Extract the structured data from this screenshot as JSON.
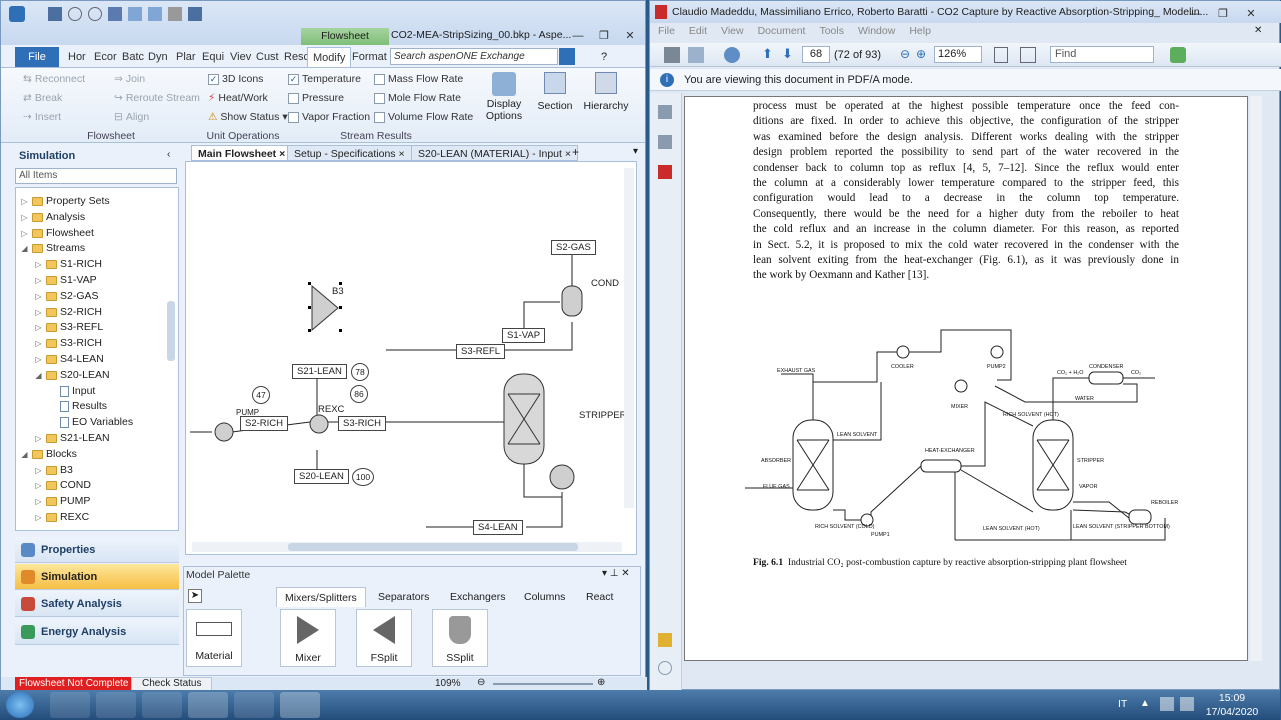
{
  "aspen": {
    "title": "CO2-MEA-StripSizing_00.bkp - Aspe...",
    "context_tab": "Flowsheet",
    "tabs": [
      "File",
      "Hor",
      "Ecor",
      "Batc",
      "Dyn",
      "Plar",
      "Equi",
      "Viev",
      "Cust",
      "Resc",
      "Modify",
      "Format"
    ],
    "search_placeholder": "Search aspenONE Exchange",
    "ribbon": {
      "flowsheet_group": {
        "label": "Flowsheet",
        "items": [
          "Reconnect",
          "Join",
          "Break",
          "Reroute Stream",
          "Insert",
          "Align"
        ]
      },
      "unit_ops_group": {
        "label": "Unit Operations",
        "items": [
          "3D Icons",
          "Heat/Work",
          "Show Status"
        ]
      },
      "stream_results_group": {
        "label": "Stream Results",
        "items": [
          "Temperature",
          "Pressure",
          "Vapor Fraction",
          "Mass Flow Rate",
          "Mole Flow Rate",
          "Volume Flow Rate"
        ]
      },
      "display_options": "Display Options",
      "section": "Section",
      "hierarchy": "Hierarchy"
    },
    "sidebar": {
      "title": "Simulation",
      "filter": "All Items",
      "tree": [
        {
          "label": "Property Sets",
          "level": 0,
          "type": "folder",
          "expand": "closed"
        },
        {
          "label": "Analysis",
          "level": 0,
          "type": "folder",
          "expand": "closed"
        },
        {
          "label": "Flowsheet",
          "level": 0,
          "type": "folder",
          "expand": "closed"
        },
        {
          "label": "Streams",
          "level": 0,
          "type": "folder",
          "expand": "open"
        },
        {
          "label": "S1-RICH",
          "level": 1,
          "type": "folder",
          "expand": "closed"
        },
        {
          "label": "S1-VAP",
          "level": 1,
          "type": "folder",
          "expand": "closed"
        },
        {
          "label": "S2-GAS",
          "level": 1,
          "type": "folder",
          "expand": "closed"
        },
        {
          "label": "S2-RICH",
          "level": 1,
          "type": "folder",
          "expand": "closed"
        },
        {
          "label": "S3-REFL",
          "level": 1,
          "type": "folder",
          "expand": "closed"
        },
        {
          "label": "S3-RICH",
          "level": 1,
          "type": "folder",
          "expand": "closed"
        },
        {
          "label": "S4-LEAN",
          "level": 1,
          "type": "folder",
          "expand": "closed"
        },
        {
          "label": "S20-LEAN",
          "level": 1,
          "type": "folder",
          "expand": "open"
        },
        {
          "label": "Input",
          "level": 2,
          "type": "doc",
          "expand": "none"
        },
        {
          "label": "Results",
          "level": 2,
          "type": "doc",
          "expand": "none"
        },
        {
          "label": "EO Variables",
          "level": 2,
          "type": "doc",
          "expand": "none"
        },
        {
          "label": "S21-LEAN",
          "level": 1,
          "type": "folder",
          "expand": "closed"
        },
        {
          "label": "Blocks",
          "level": 0,
          "type": "folder",
          "expand": "open"
        },
        {
          "label": "B3",
          "level": 1,
          "type": "folder",
          "expand": "closed"
        },
        {
          "label": "COND",
          "level": 1,
          "type": "folder",
          "expand": "closed"
        },
        {
          "label": "PUMP",
          "level": 1,
          "type": "folder",
          "expand": "closed"
        },
        {
          "label": "REXC",
          "level": 1,
          "type": "folder",
          "expand": "closed"
        }
      ]
    },
    "nav": [
      "Properties",
      "Simulation",
      "Safety Analysis",
      "Energy Analysis"
    ],
    "doc_tabs": [
      "Main Flowsheet",
      "Setup - Specifications",
      "S20-LEAN (MATERIAL) - Input"
    ],
    "flowsheet": {
      "streams": [
        "S2-GAS",
        "S1-VAP",
        "S3-REFL",
        "S21-LEAN",
        "S2-RICH",
        "S3-RICH",
        "S20-LEAN",
        "S4-LEAN"
      ],
      "blocks": [
        "B3",
        "COND",
        "STRIPPER",
        "REXC",
        "PUMP"
      ],
      "values": [
        "47",
        "78",
        "86",
        "100"
      ]
    },
    "palette": {
      "title": "Model Palette",
      "tabs": [
        "Mixers/Splitters",
        "Separators",
        "Exchangers",
        "Columns",
        "React"
      ],
      "items": [
        "Material",
        "Mixer",
        "FSplit",
        "SSplit"
      ]
    },
    "status": {
      "warning": "Flowsheet Not Complete",
      "check": "Check Status",
      "zoom": "109%"
    }
  },
  "pdf": {
    "title": "Claudio Madeddu, Massimiliano Errico, Roberto Baratti - CO2 Capture by Reactive Absorption-Stripping_ Modelin...",
    "menu": [
      "File",
      "Edit",
      "View",
      "Document",
      "Tools",
      "Window",
      "Help"
    ],
    "page_current": "68",
    "page_info": "(72 of 93)",
    "zoom": "126%",
    "find_placeholder": "Find",
    "banner": "You are viewing this document in PDF/A mode.",
    "body_lines": [
      "process must be operated at the highest possible temperature once the feed con-",
      "ditions are fixed. In order to achieve this objective, the configuration of the stripper",
      "was examined before the design analysis. Different works dealing with the stripper",
      "design problem reported the possibility to send part of the water recovered in the",
      "condenser back to column top as reflux [4, 5, 7–12]. Since the reflux would enter",
      "the column at a considerably lower temperature compared to the stripper feed, this",
      "configuration would lead to a decrease in the column top temperature.",
      "Consequently, there would be the need for a higher duty from the reboiler to heat",
      "the cold reflux and an increase in the column diameter. For this reason, as reported",
      "in Sect. 5.2, it is proposed to mix the cold water recovered in the condenser with the",
      "lean solvent exiting from the heat-exchanger (Fig. 6.1), as it was previously done in",
      "the work by Oexmann and Kather [13]."
    ],
    "figure_labels": {
      "exhaust_gas": "EXHAUST GAS",
      "cooler": "COOLER",
      "pump2": "PUMP2",
      "co2_h2o": "CO₂ + H₂O",
      "condenser": "CONDENSER",
      "co2": "CO₂",
      "water": "WATER",
      "mixer": "MIXER",
      "rich_hot": "RICH SOLVENT (HOT)",
      "absorber": "ABSORBER",
      "lean_solvent": "LEAN SOLVENT",
      "heat_exchanger": "HEAT-EXCHANGER",
      "stripper": "STRIPPER",
      "flue_gas": "FLUE GAS",
      "vapor": "VAPOR",
      "reboiler": "REBOILER",
      "rich_cold": "RICH SOLVENT (COLD)",
      "pump1": "PUMP1",
      "lean_hot": "LEAN SOLVENT (HOT)",
      "lean_bottom": "LEAN SOLVENT (STRIPPER BOTTOM)"
    },
    "caption_bold": "Fig. 6.1",
    "caption": "Industrial CO₂ post-combustion capture by reactive absorption-stripping plant flowsheet"
  },
  "taskbar": {
    "lang": "IT",
    "time": "15:09",
    "date": "17/04/2020"
  }
}
